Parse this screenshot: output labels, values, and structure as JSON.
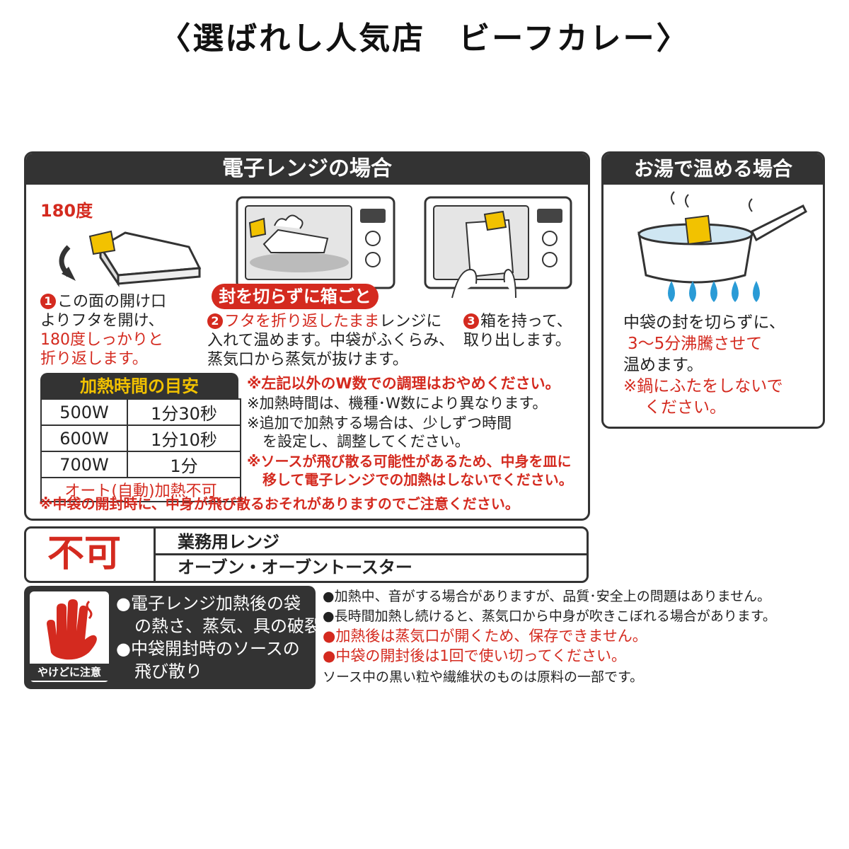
{
  "title": "〈選ばれし人気店　ビーフカレー〉",
  "microwave": {
    "header": "電子レンジの場合",
    "angle_label": "180度",
    "step1": {
      "num": "1",
      "line1": "この面の開け口",
      "line2": "よりフタを開け、",
      "line3": "180度しっかりと",
      "line4": "折り返します。"
    },
    "pill": "封を切らずに箱ごと",
    "step2": {
      "num": "2",
      "line1_red": "フタを折り返したまま",
      "line1_black": "レンジに",
      "line2": "入れて温めます。中袋がふくらみ、",
      "line3": "蒸気口から蒸気が抜けます。"
    },
    "step3": {
      "num": "3",
      "line1": "箱を持って、",
      "line2": "取り出します。"
    },
    "table": {
      "header": "加熱時間の目安",
      "rows": [
        {
          "watt": "500W",
          "time": "1分30秒"
        },
        {
          "watt": "600W",
          "time": "1分10秒"
        },
        {
          "watt": "700W",
          "time": "1分"
        }
      ],
      "footer": "オート(自動)加熱不可"
    },
    "notes": {
      "n1": "※左記以外のW数での調理はおやめください。",
      "n2": "※加熱時間は、機種･W数により異なります。",
      "n3a": "※追加で加熱する場合は、少しずつ時間",
      "n3b": "を設定し、調整してください。",
      "n4a": "※ソースが飛び散る可能性があるため、中身を皿に",
      "n4b": "移して電子レンジでの加熱はしないでください。",
      "n5": "※中袋の開封時に、中身が飛び散るおそれがありますのでご注意ください。"
    }
  },
  "boil": {
    "header": "お湯で温める場合",
    "line1": "中袋の封を切らずに、",
    "line2": "3～5分沸騰させて",
    "line3": "温めます。",
    "line4": "※鍋にふたをしないで",
    "line5": "ください。"
  },
  "fuka": {
    "label": "不可",
    "item1": "業務用レンジ",
    "item2": "オーブン・オーブントースター"
  },
  "warning": {
    "icon_label": "やけどに注意",
    "line1": "●電子レンジ加熱後の袋",
    "line2": "の熱さ、蒸気、具の破裂",
    "line3": "●中袋開封時のソースの",
    "line4": "飛び散り"
  },
  "bottom_notes": {
    "b1": "●加熱中、音がする場合がありますが、品質･安全上の問題はありません。",
    "b2": "●長時間加熱し続けると、蒸気口から中身が吹きこぼれる場合があります。",
    "b3": "●加熱後は蒸気口が開くため、保存できません。",
    "b4": "●中袋の開封後は1回で使い切ってください。",
    "b5": "ソース中の黒い粒や繊維状のものは原料の一部です。"
  },
  "colors": {
    "accent_red": "#d42a1f",
    "dark": "#333333",
    "yellow": "#f2c200",
    "flame_blue": "#2a9bd6"
  }
}
